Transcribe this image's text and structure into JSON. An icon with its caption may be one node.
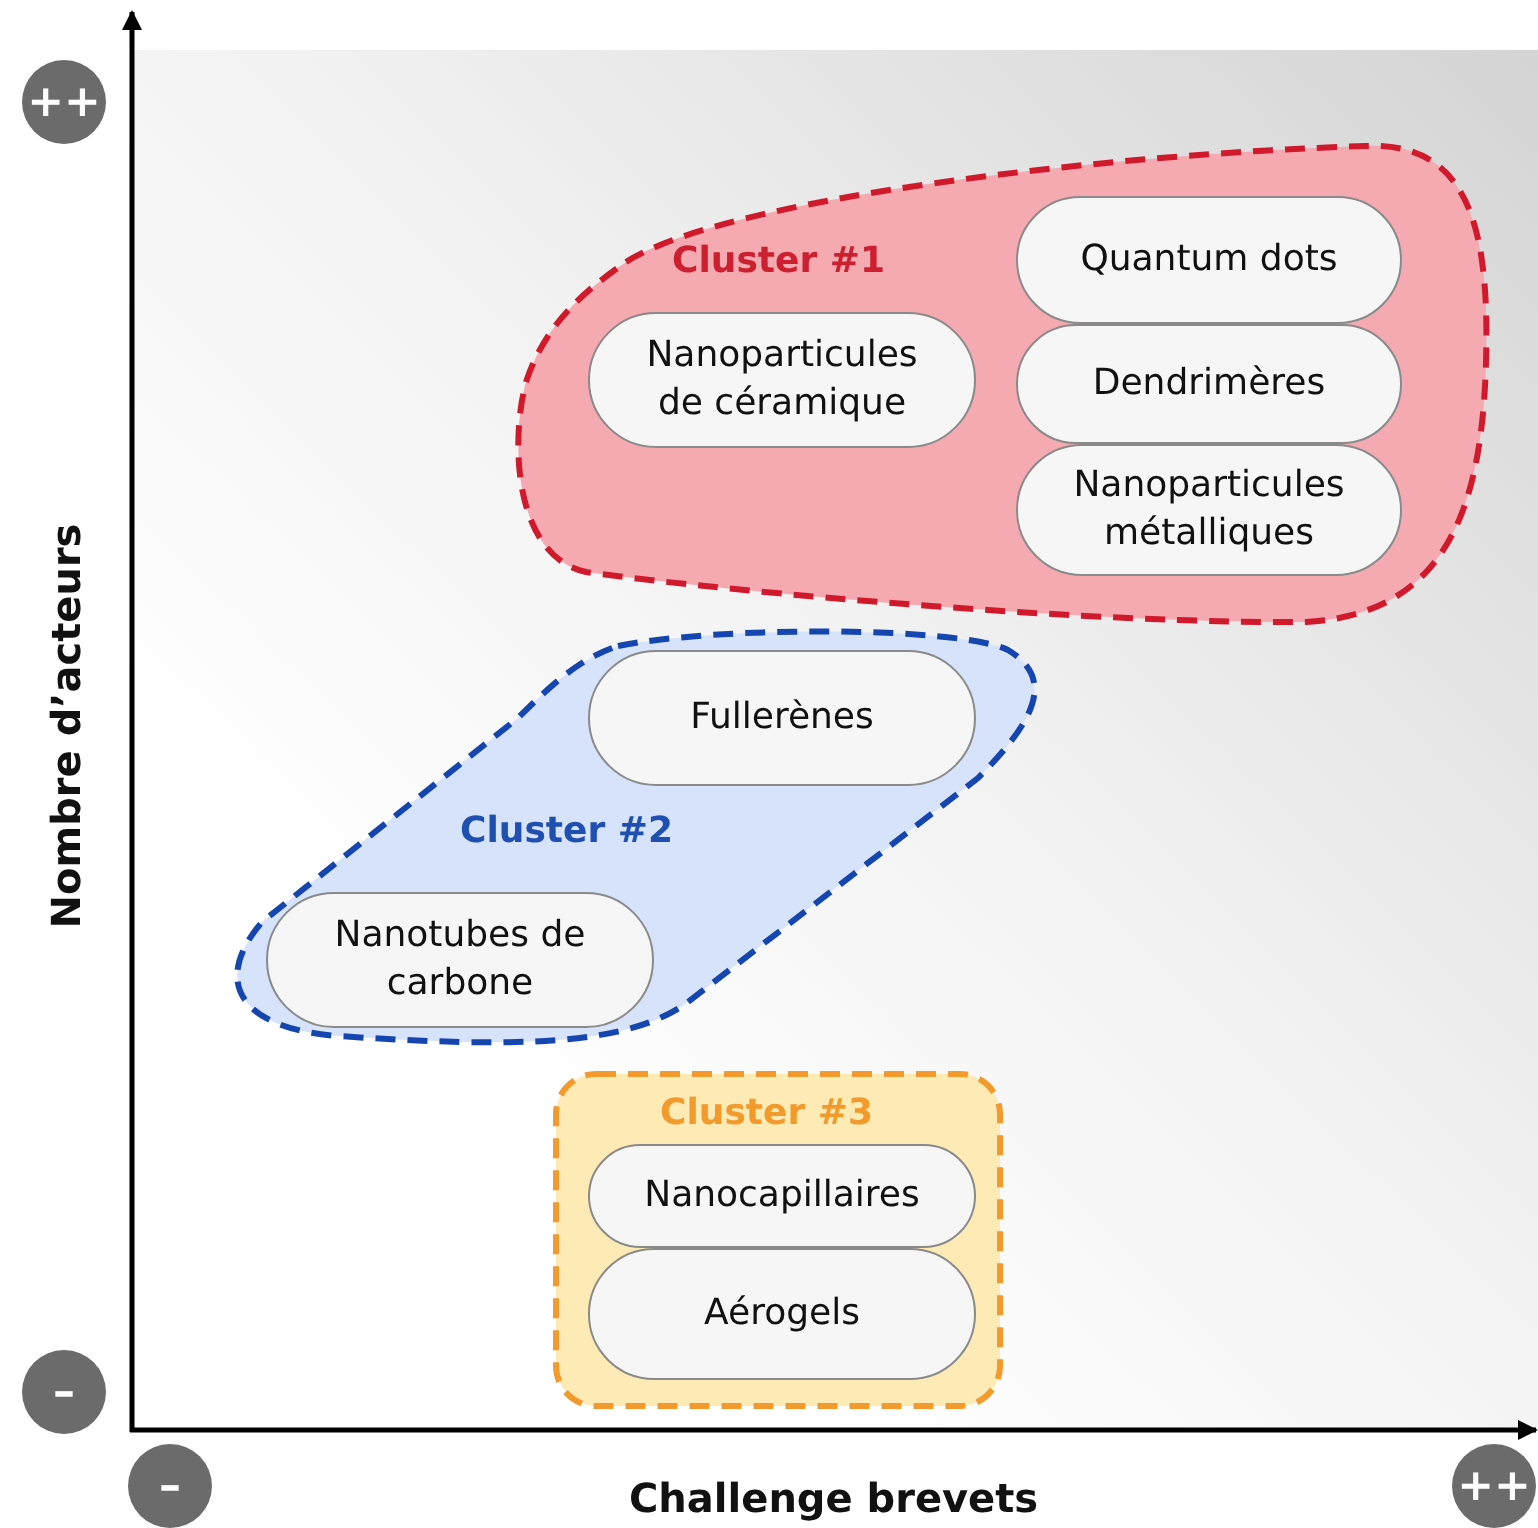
{
  "diagram": {
    "nodes": [
      {
        "text": [
          "Cluster #1"
        ]
      },
      {
        "text": [
          "Nanoparticules de céramique"
        ],
        "in": 0
      },
      {
        "text": [
          "Quantum dots"
        ],
        "in": 0
      },
      {
        "text": [
          "Dendrimères"
        ],
        "in": 0
      },
      {
        "text": [
          "Nanoparticules métalliques"
        ],
        "in": 0
      },
      {
        "text": [
          "Cluster #2"
        ]
      },
      {
        "text": [
          "Fullerènes"
        ],
        "in": 5
      },
      {
        "text": [
          "Nanotubes de carbone"
        ],
        "in": 5
      },
      {
        "text": [
          "Cluster #3"
        ]
      },
      {
        "text": [
          "Nanocapillaires"
        ],
        "in": 8
      },
      {
        "text": [
          "Aérogels"
        ],
        "in": 8
      }
    ],
    "labels": [
      "++",
      "Nombre d’acteurs",
      "–",
      "–",
      "Challenge brevets",
      "++"
    ]
  }
}
